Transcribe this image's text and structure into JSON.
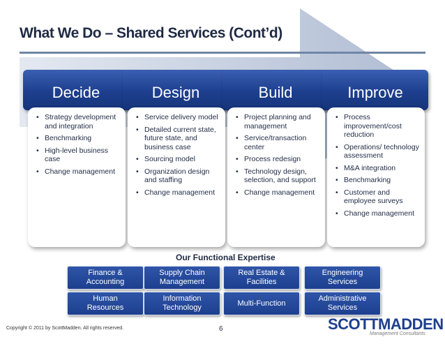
{
  "header": {
    "title": "What We Do – Shared Services (Cont’d)"
  },
  "phases": [
    {
      "name": "Decide",
      "items": [
        "Strategy development and integration",
        "Benchmarking",
        "High-level business case",
        "Change management"
      ]
    },
    {
      "name": "Design",
      "items": [
        "Service delivery model",
        "Detailed current state, future state, and business case",
        "Sourcing model",
        "Organization design and staffing",
        "Change management"
      ]
    },
    {
      "name": "Build",
      "items": [
        "Project planning and management",
        "Service/transaction center",
        "Process redesign",
        "Technology design, selection, and support",
        "Change management"
      ]
    },
    {
      "name": "Improve",
      "items": [
        "Process improvement/cost reduction",
        "Operations/ technology assessment",
        "M&A integration",
        "Benchmarking",
        "Customer and employee surveys",
        "Change management"
      ]
    }
  ],
  "expertise": {
    "title": "Our Functional Expertise",
    "boxes": [
      "Finance &\nAccounting",
      "Supply Chain\nManagement",
      "Real Estate &\nFacilities",
      "Engineering\nServices",
      "Human\nResources",
      "Information\nTechnology",
      "Multi-Function",
      "Administrative\nServices"
    ]
  },
  "footer": {
    "copyright": "Copyright © 2011 by ScottMadden. All rights reserved.",
    "page": "6"
  },
  "logo": {
    "text": "SCOTTMADDEN",
    "subtext": "Management Consultants"
  },
  "colors": {
    "accent": "#1d3f8e",
    "arrow": "#b8c4d8",
    "title": "#1f2a44"
  }
}
